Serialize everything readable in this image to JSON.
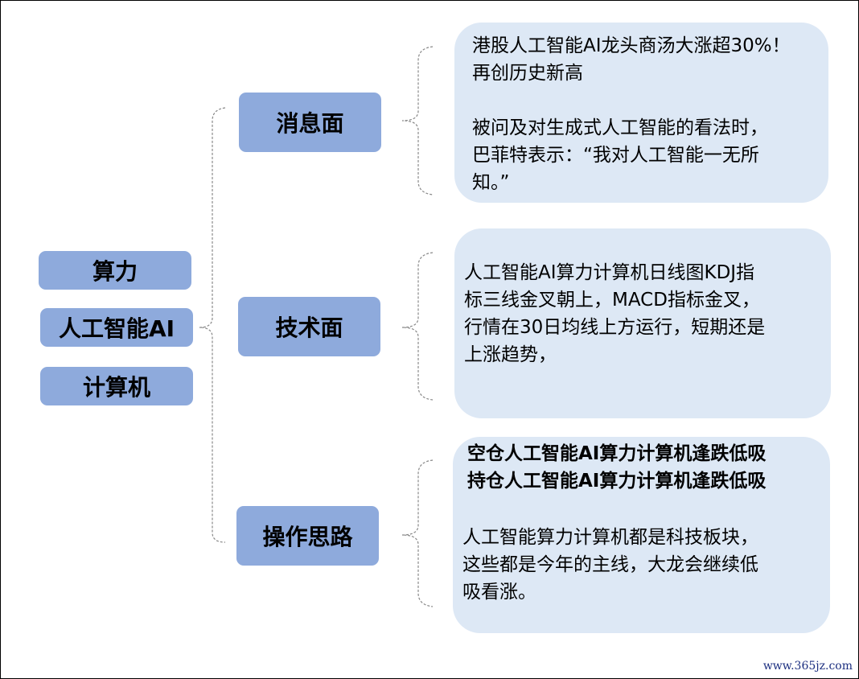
{
  "root": [
    "算力",
    "人工智能AI",
    "计算机"
  ],
  "branches": [
    {
      "label": "消息面",
      "bubble": {
        "p1": [
          "港股人工智能AI龙头商汤大涨超30%！",
          "再创历史新高"
        ],
        "p2": [
          "被问及对生成式人工智能的看法时，",
          "巴菲特表示：“我对人工智能一无所",
          "知。”"
        ]
      }
    },
    {
      "label": "技术面",
      "bubble": {
        "p1": [
          "人工智能AI算力计算机日线图KDJ指",
          "标三线金叉朝上，MACD指标金叉，",
          "行情在30日均线上方运行，短期还是",
          "上涨趋势，"
        ]
      }
    },
    {
      "label": "操作思路",
      "bubble": {
        "bold": [
          "空仓人工智能AI算力计算机逢跌低吸",
          "持仓人工智能AI算力计算机逢跌低吸"
        ],
        "p1": [
          "人工智能算力计算机都是科技板块，",
          "这些都是今年的主线，大龙会继续低",
          "吸看涨。"
        ]
      }
    }
  ],
  "watermark": "www.365jz.com",
  "colors": {
    "node": "#8eaadc",
    "bubble": "#dde8f5"
  }
}
